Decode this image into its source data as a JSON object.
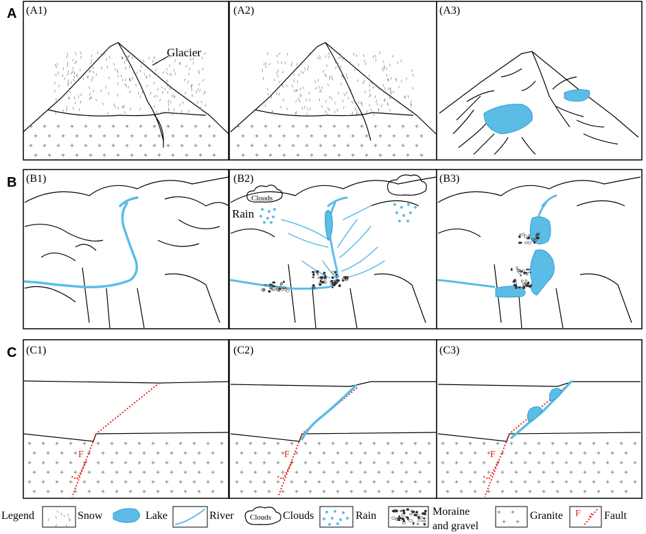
{
  "rows": [
    {
      "label": "A",
      "panels": [
        "(A1)",
        "(A2)",
        "(A3)"
      ]
    },
    {
      "label": "B",
      "panels": [
        "(B1)",
        "(B2)",
        "(B3)"
      ]
    },
    {
      "label": "C",
      "panels": [
        "(C1)",
        "(C2)",
        "(C3)"
      ]
    }
  ],
  "annotations": {
    "glacier": "Glacier",
    "clouds": "Clouds",
    "rain": "Rain",
    "fault_symbol_c1": "F",
    "fault_symbol_c2": "F",
    "fault_symbol_c3": "F"
  },
  "legend": {
    "title": "Legend",
    "items": [
      {
        "key": "snow",
        "label": "Snow"
      },
      {
        "key": "lake",
        "label": "Lake"
      },
      {
        "key": "river",
        "label": "River"
      },
      {
        "key": "clouds",
        "label": "Clouds",
        "swatch_text": "Clouds"
      },
      {
        "key": "rain",
        "label": "Rain"
      },
      {
        "key": "moraine",
        "label_line1": "Moraine",
        "label_line2": "and gravel"
      },
      {
        "key": "granite",
        "label": "Granite"
      },
      {
        "key": "fault",
        "label": "Fault",
        "swatch_text": "F"
      }
    ]
  },
  "colors": {
    "water": "#5bbde6",
    "fault": "#e2231a",
    "line": "#000000"
  }
}
